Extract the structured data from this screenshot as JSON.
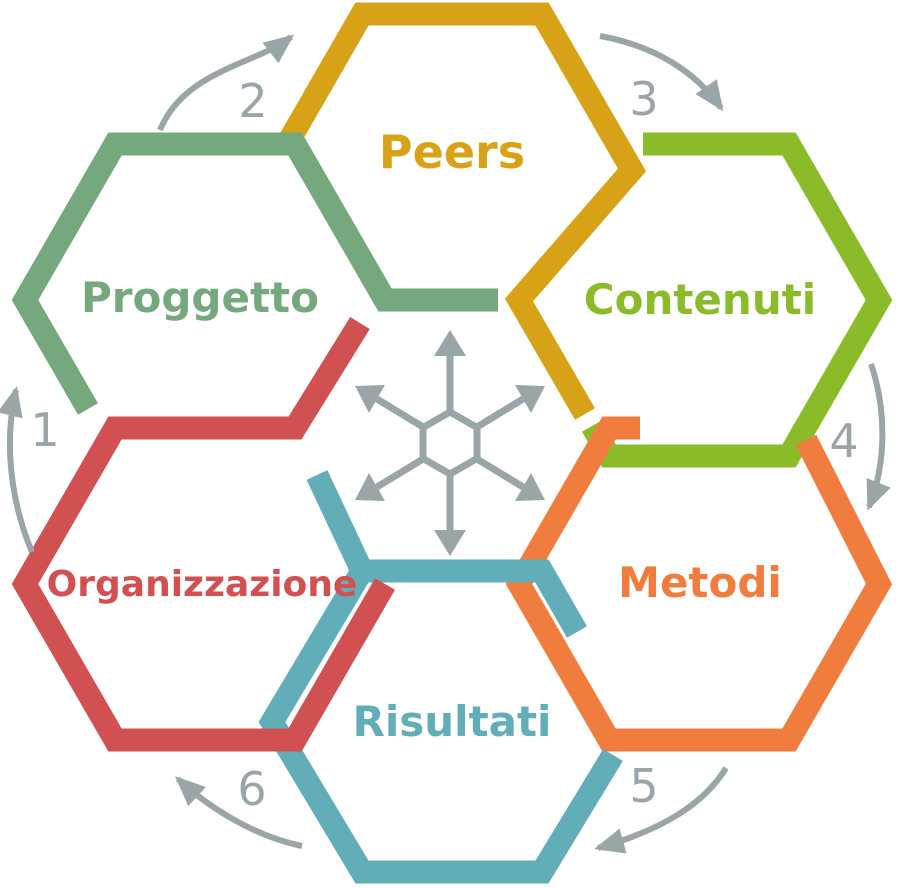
{
  "diagram": {
    "background_color": "#FFFFFF",
    "gray": "#9AA5A7",
    "center_icon": "hexagon-hub-six-arrows-icon",
    "hexagons": [
      {
        "id": "peers",
        "label": "Peers",
        "color": "#D8A217"
      },
      {
        "id": "proggetto",
        "label": "Proggetto",
        "color": "#76A87E"
      },
      {
        "id": "contenuti",
        "label": "Contenuti",
        "color": "#8CBB2A"
      },
      {
        "id": "metodi",
        "label": "Metodi",
        "color": "#F07C3E"
      },
      {
        "id": "risultati",
        "label": "Risultati",
        "color": "#62AEB8"
      },
      {
        "id": "organizzazione",
        "label": "Organizzazione",
        "color": "#D15051"
      }
    ],
    "steps": [
      {
        "number": "1"
      },
      {
        "number": "2"
      },
      {
        "number": "3"
      },
      {
        "number": "4"
      },
      {
        "number": "5"
      },
      {
        "number": "6"
      }
    ]
  }
}
